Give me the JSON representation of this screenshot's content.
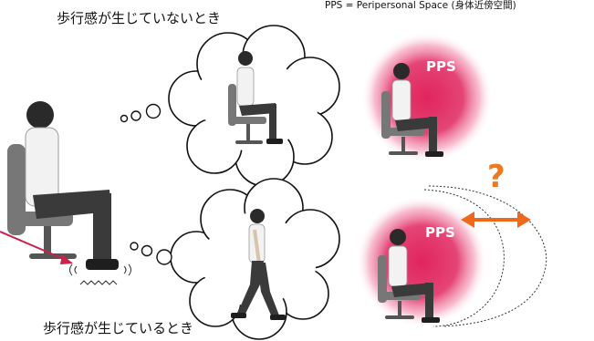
{
  "captions": {
    "top": "歩行感が生じていないとき",
    "bottom": "歩行感が生じているとき"
  },
  "legend": "PPS = Peripersonal Space (身体近傍空間)",
  "pps_labels": {
    "top": "PPS",
    "bottom": "PPS"
  },
  "question_mark": "?",
  "colors": {
    "pps_core": "#e0245e",
    "pps_edge": "#ffffff",
    "arrow": "#ee6a1a",
    "question": "#ee7a1f",
    "pointer_line": "#c8234a",
    "chair": "#777777",
    "pants": "#3a3a3a",
    "shirt": "#f2f2f2"
  }
}
